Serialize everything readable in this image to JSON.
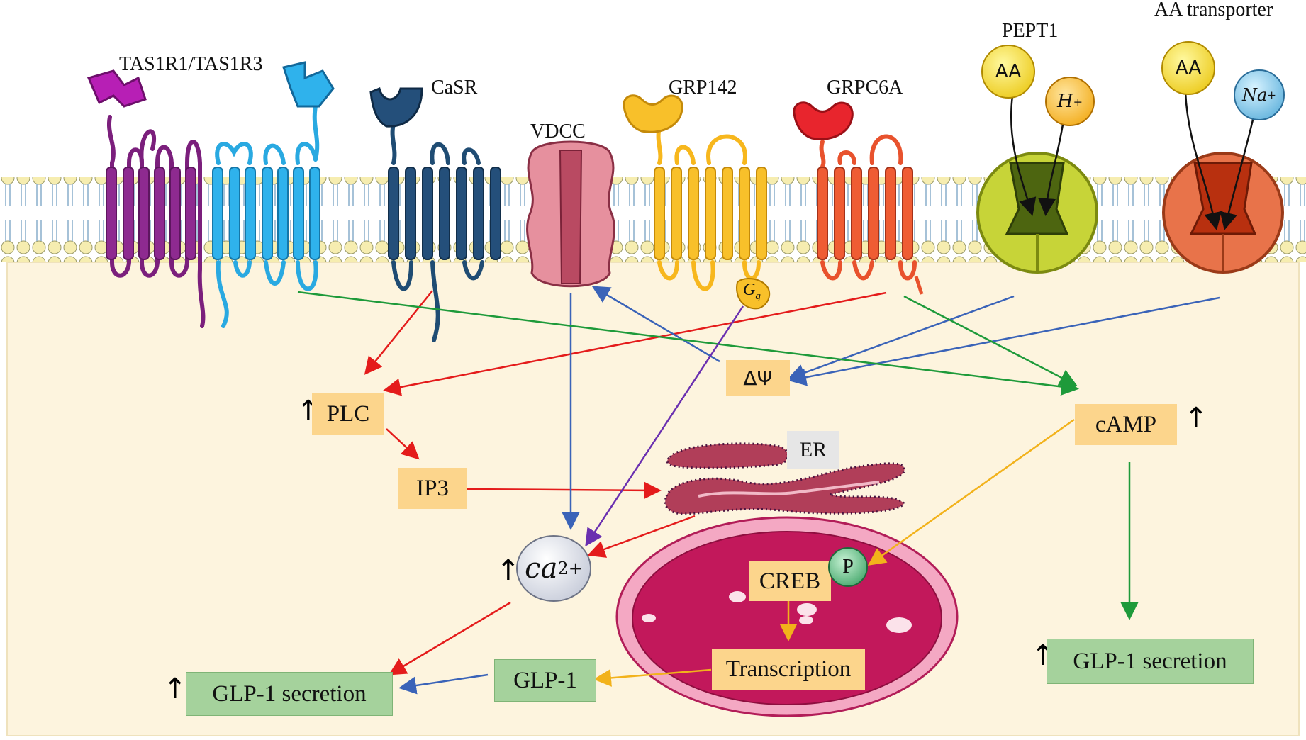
{
  "labels": {
    "tas1r": "TAS1R1/TAS1R3",
    "casr": "CaSR",
    "vdcc": "VDCC",
    "grp142": "GRP142",
    "grpc6a": "GRPC6A",
    "pept1": "PEPT1",
    "aa_transporter": "AA transporter",
    "gq": "G",
    "gq_sub": "q",
    "er": "ER",
    "p": "P"
  },
  "ions": {
    "aa1": "AA",
    "h": "H",
    "h_sup": "+",
    "aa2": "AA",
    "na": "Na",
    "na_sup": "+"
  },
  "nodes": {
    "plc": "PLC",
    "ip3": "IP3",
    "delta_psi": "ΔΨ",
    "camp": "cAMP",
    "ca": "ca",
    "ca_sup": "2+",
    "creb": "CREB",
    "transcription": "Transcription",
    "glp1": "GLP-1",
    "glp1_secretion_left": "GLP-1 secretion",
    "glp1_secretion_right": "GLP-1 secretion"
  },
  "up_arrow": "↑",
  "colors": {
    "cytoplasm": "#fdf4de",
    "red_arrow": "#e41b1b",
    "blue_arrow": "#3a63b8",
    "green_arrow": "#1e9a3a",
    "purple_arrow": "#6a2fb0",
    "orange_arrow": "#f2b21b",
    "tas1r1": "#7b1f7c",
    "tas1r3": "#29a9e1",
    "casr": "#1f4c73",
    "grp142": "#f7b71d",
    "grpc6a": "#e8522d",
    "pept1": "#c7d438",
    "aa_transporter": "#e8734a",
    "nucleus": "#c2185b"
  }
}
